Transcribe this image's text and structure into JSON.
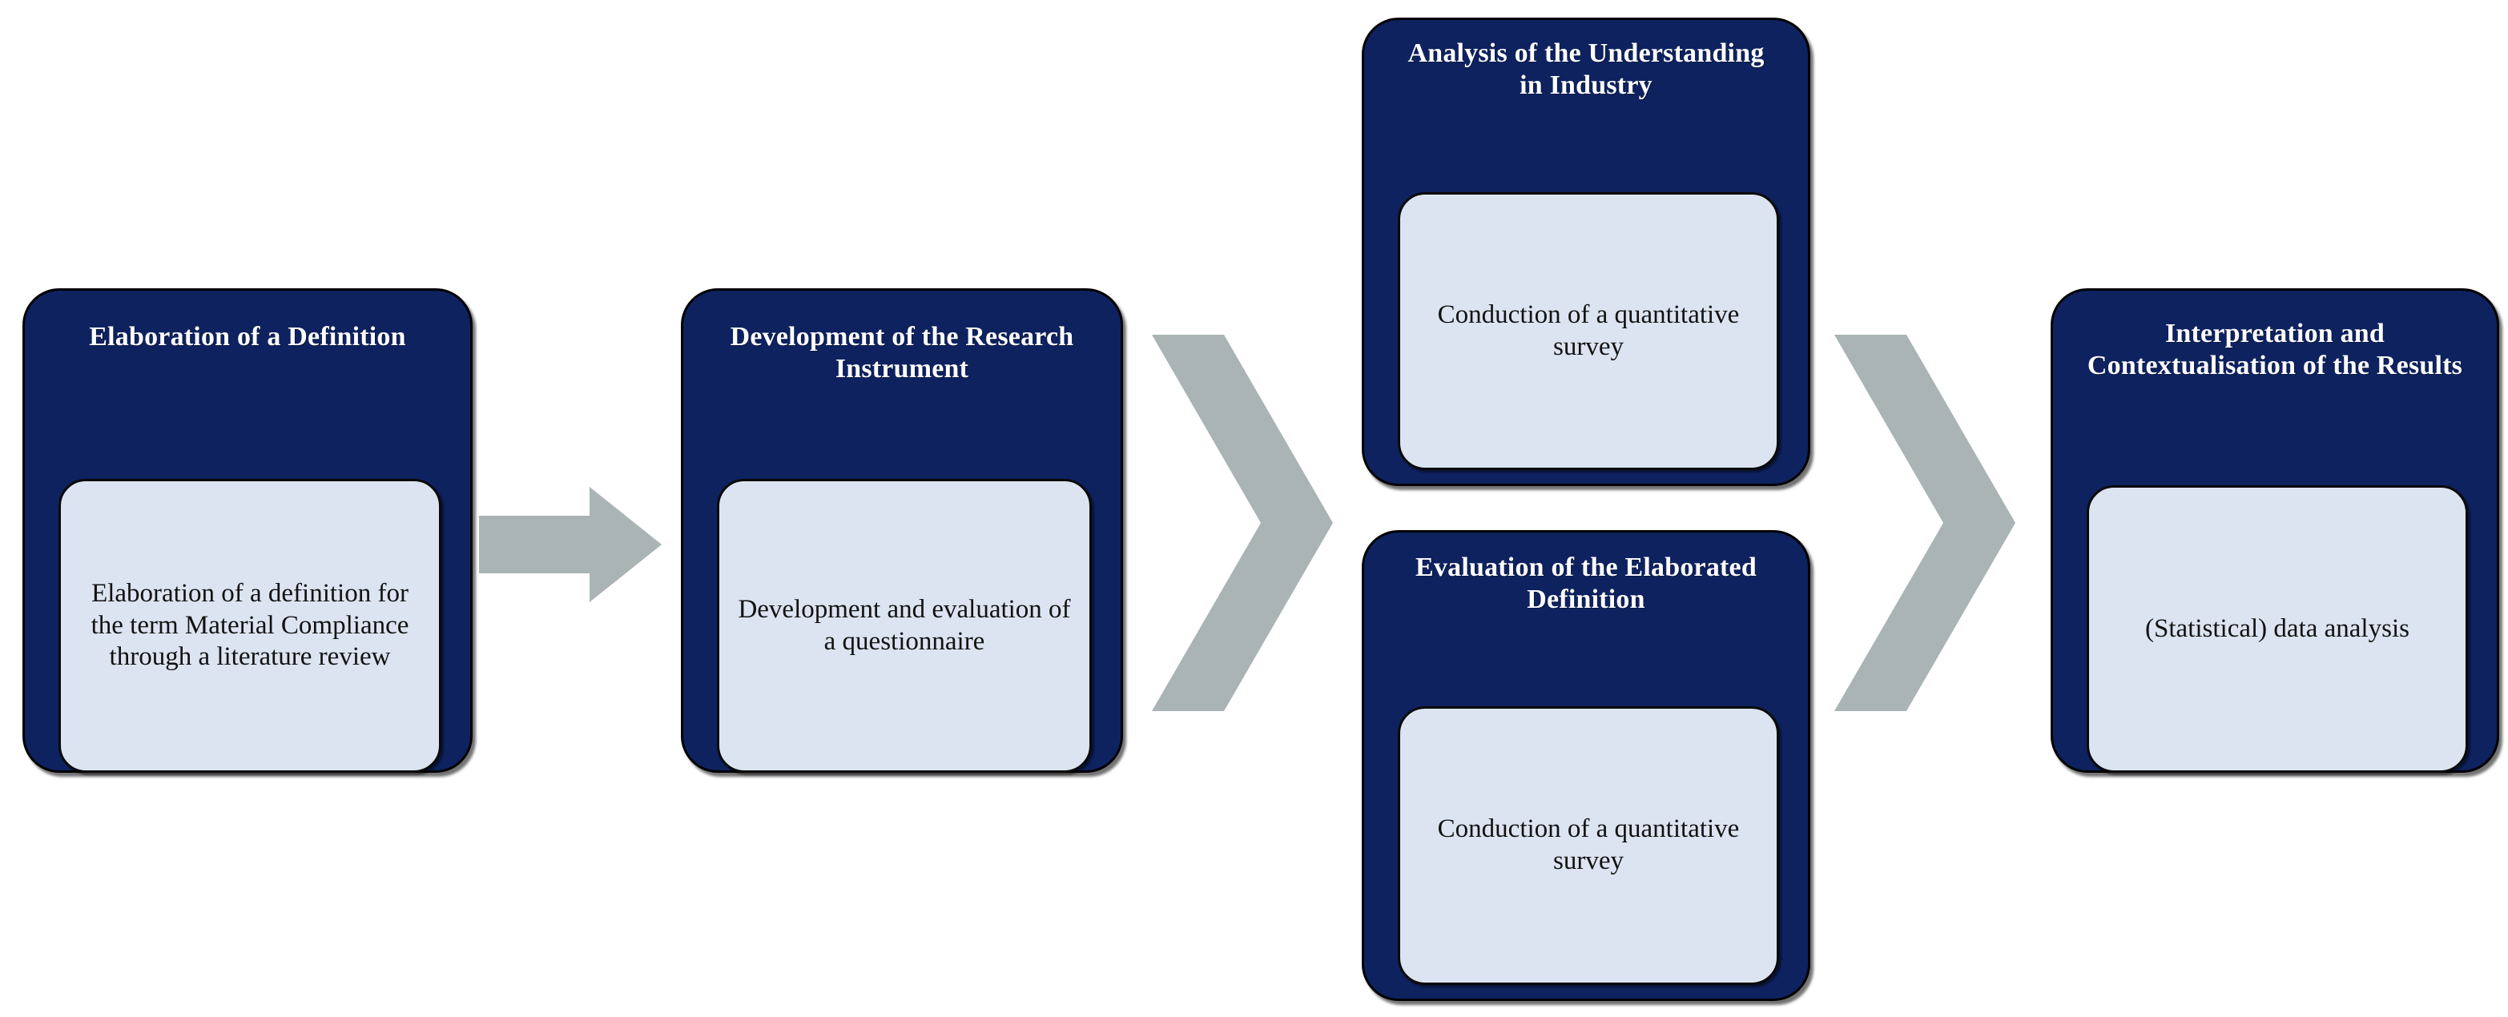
{
  "diagram": {
    "title": "Research methodology process flow",
    "colors": {
      "stage_fill": "#0e2260",
      "stage_border": "#000000",
      "substep_fill": "#dce4f1",
      "substep_border": "#0a0a0a",
      "connector_fill": "#aab4b4",
      "background": "#ffffff",
      "title_text": "#ffffff",
      "substep_text": "#121212"
    },
    "stages": [
      {
        "id": "elaboration-of-a-definition",
        "title": "Elaboration of a Definition",
        "substep": "Elaboration of a definition for the term Material Compliance through a literature review"
      },
      {
        "id": "development-of-the-research-instrument",
        "title": "Development of the Research Instrument",
        "substep": "Development and evaluation of a questionnaire"
      },
      {
        "id": "analysis-of-the-understanding-in-industry",
        "title": "Analysis of the Understanding in Industry",
        "substep": "Conduction of a quantitative survey"
      },
      {
        "id": "evaluation-of-the-elaborated-definition",
        "title": "Evaluation of the Elaborated Definition",
        "substep": "Conduction of a quantitative survey"
      },
      {
        "id": "interpretation-and-contextualisation-of-the-results",
        "title": "Interpretation and Contextualisation of the Results",
        "substep": "(Statistical) data analysis"
      }
    ],
    "connectors": [
      {
        "id": "arrow-1",
        "kind": "right-arrow",
        "from": "elaboration-of-a-definition",
        "to": "development-of-the-research-instrument"
      },
      {
        "id": "chevron-1",
        "kind": "chevron-right",
        "from": "development-of-the-research-instrument",
        "to": "analysis-of-the-understanding-in-industry"
      },
      {
        "id": "chevron-2",
        "kind": "chevron-right",
        "from": "evaluation-of-the-elaborated-definition",
        "to": "interpretation-and-contextualisation-of-the-results"
      }
    ]
  }
}
